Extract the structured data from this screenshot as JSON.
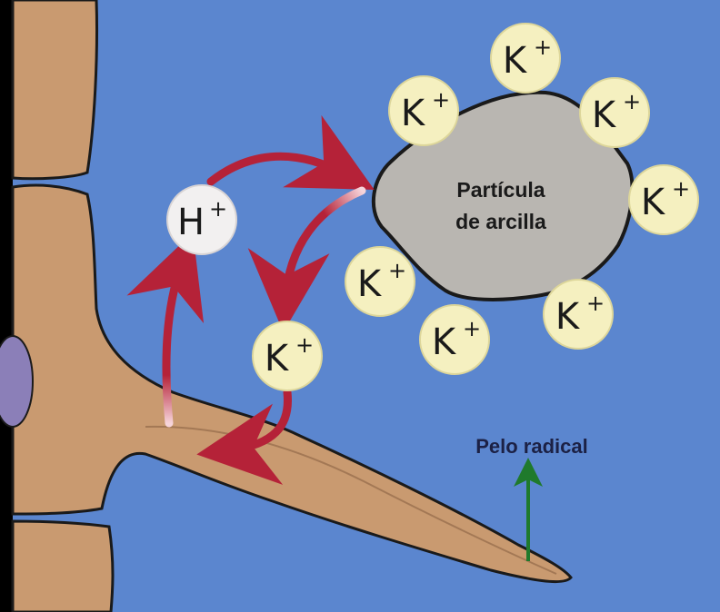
{
  "labels": {
    "particle_line1": "Partícula",
    "particle_line2": "de arcilla",
    "root_hair": "Pelo radical",
    "hydrogen_ion": "H",
    "hydrogen_charge": "+",
    "potassium_ion": "K",
    "potassium_charge": "+"
  },
  "colors": {
    "water": "#5b86cf",
    "root_tissue": "#c99a70",
    "clay": "#b9b6b1",
    "ion_fill": "#f5f0c0",
    "h_ion_fill": "#f2f0f0",
    "exchange_arrow": "#b52238",
    "pointer_arrow": "#1f7a2c"
  },
  "icons": {
    "exchange_arrow": "curved-arrow",
    "pointer_arrow": "up-arrow"
  }
}
